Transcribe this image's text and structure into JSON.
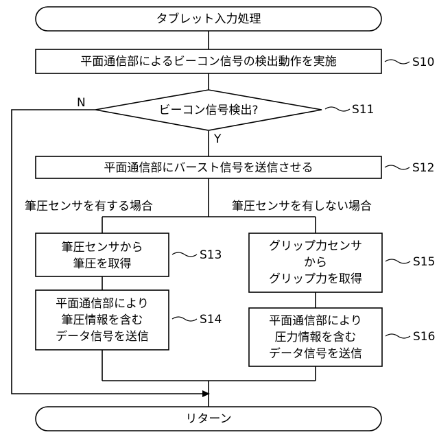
{
  "start": "タブレット入力処理",
  "end": "リターン",
  "steps": {
    "s10": {
      "label": "平面通信部によるビーコン信号の検出動作を実施",
      "id": "S10"
    },
    "s11": {
      "label": "ビーコン信号検出?",
      "id": "S11",
      "no": "N",
      "yes": "Y"
    },
    "s12": {
      "label": "平面通信部にバースト信号を送信させる",
      "id": "S12"
    },
    "s13": {
      "lines": [
        "筆圧センサから",
        "筆圧を取得"
      ],
      "id": "S13"
    },
    "s14": {
      "lines": [
        "平面通信部により",
        "筆圧情報を含む",
        "データ信号を送信"
      ],
      "id": "S14"
    },
    "s15": {
      "lines": [
        "グリップ力センサ",
        "から",
        "グリップ力を取得"
      ],
      "id": "S15"
    },
    "s16": {
      "lines": [
        "平面通信部により",
        "圧力情報を含む",
        "データ信号を送信"
      ],
      "id": "S16"
    }
  },
  "branches": {
    "left": "筆圧センサを有する場合",
    "right": "筆圧センサを有しない場合"
  }
}
